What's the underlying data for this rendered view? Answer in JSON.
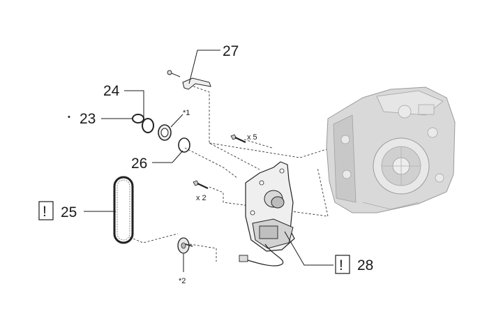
{
  "callouts": {
    "c23": "23",
    "c24": "24",
    "c25": "25",
    "c26": "26",
    "c27": "27",
    "c28": "28"
  },
  "notes": {
    "bullet": "•",
    "star1": "*1",
    "star2": "*2",
    "qty5": "x 5",
    "qty2": "x 2",
    "caution": "!"
  },
  "colors": {
    "line": "#1a1a1a",
    "part_fill": "#f2f2f2",
    "transaxle_fill": "#d8d8d8"
  }
}
